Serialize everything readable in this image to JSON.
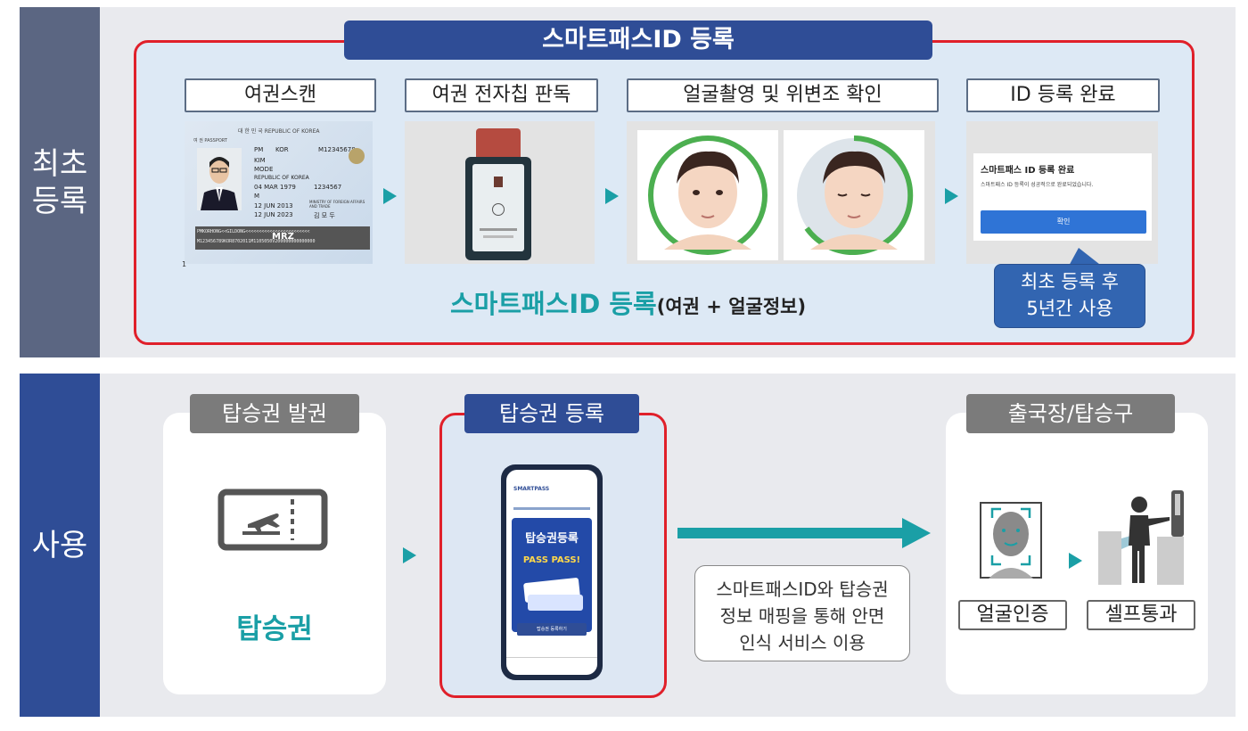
{
  "sections": {
    "top_label": "최초\n등록",
    "bottom_label": "사용"
  },
  "registration": {
    "title": "스마트패스ID 등록",
    "steps": [
      "여권스캔",
      "여권 전자칩 판독",
      "얼굴촬영 및 위변조 확인",
      "ID 등록 완료"
    ],
    "passport": {
      "header": "대 한 민 국   REPUBLIC OF KOREA",
      "type_label": "여 권  PASSPORT",
      "code": "PM",
      "country": "KOR",
      "number": "M12345678",
      "surname": "KIM",
      "given": "MODE",
      "nationality": "REPUBLIC OF KOREA",
      "dob": "04 MAR 1979",
      "sex": "M",
      "personal_no": "1234567",
      "issue": "12 JUN 2013",
      "expiry": "12 JUN 2023",
      "authority": "MINISTRY OF FOREIGN AFFAIRS AND TRADE",
      "korean_name": "김 모 두",
      "mrz_tag": "MRZ",
      "mrz1": "PMKORHONG<<GILDONG<<<<<<<<<<<<<<<<<<<<<<<<",
      "mrz2": "M123456789KOR8702011M1105050V200000000000000",
      "page_no": "1"
    },
    "complete_card": {
      "title": "스마트패스 ID 등록 완료",
      "message": "스마트패스 ID 등록이 성공적으로 완료되었습니다.",
      "button": "확인"
    },
    "callout": "최초 등록 후\n5년간 사용",
    "caption_main": "스마트패스ID 등록",
    "caption_sub": "(여권 + 얼굴정보)"
  },
  "usage": {
    "ticket_title": "탑승권 발권",
    "ticket_label": "탑승권",
    "register_title": "탑승권 등록",
    "phone_screen": {
      "brand": "SMARTPASS",
      "headline": "탑승권등록",
      "sub": "PASS PASS!",
      "button": "탑승권 등록하기"
    },
    "mapping_text": "스마트패스ID와 탑승권\n정보 매핑을 통해 안면\n인식 서비스 이용",
    "gate_title": "출국장/탑승구",
    "face_label": "얼굴인증",
    "self_label": "셀프통과"
  },
  "colors": {
    "slate": "#5b6682",
    "navy": "#2f4d96",
    "teal": "#1a9fa6",
    "red": "#e0202a",
    "gray_pill": "#7b7b7b"
  }
}
